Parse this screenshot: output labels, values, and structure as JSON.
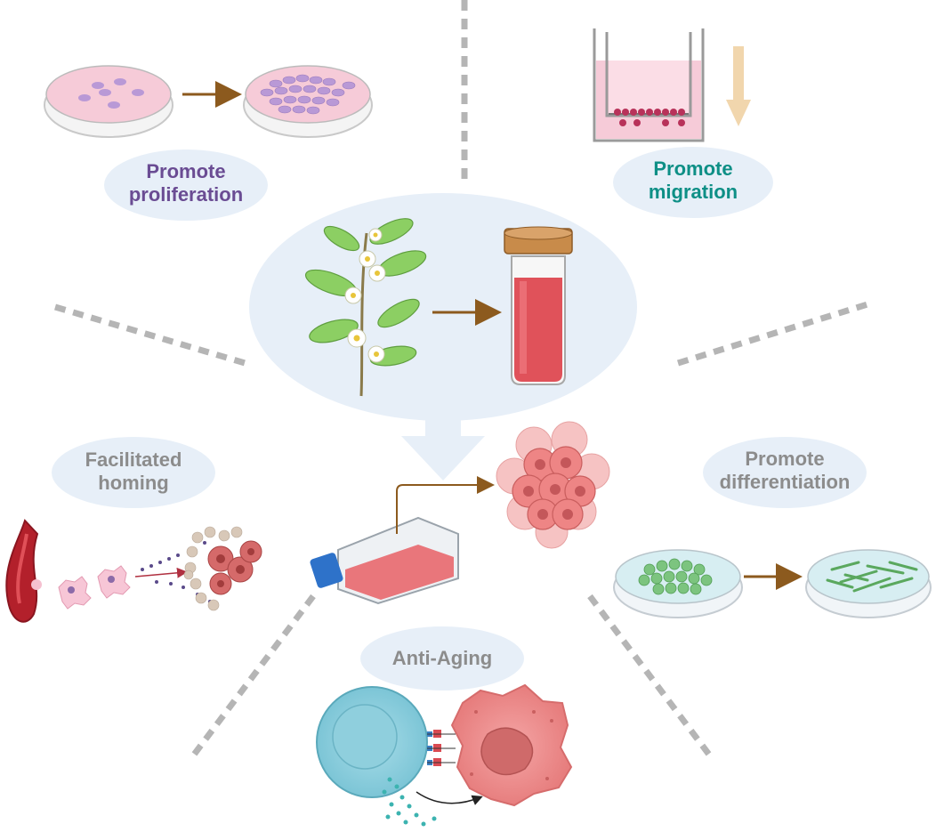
{
  "colors": {
    "proliferation_text": "#6a4c93",
    "migration_text": "#0e8f86",
    "grey_text": "#8c8c8c",
    "bubble_bg": "#e7eff8",
    "arrow_brown": "#8c5a1e",
    "divider": "#b5b5b5",
    "medium_red": "#e0525a",
    "petri_pink": "#f6cbd8",
    "cell_purple": "#b999d6",
    "diff_green": "#7cc47f",
    "stem_cell_blue": "#7fc9d8",
    "aging_cell_pink": "#ef8f8f"
  },
  "labels": {
    "proliferation": {
      "line1": "Promote",
      "line2": "proliferation"
    },
    "migration": {
      "line1": "Promote",
      "line2": "migration"
    },
    "homing": {
      "line1": "Facilitated",
      "line2": "homing"
    },
    "differentiation": {
      "line1": "Promote",
      "line2": "differentiation"
    },
    "anti_aging": {
      "line1": "Anti-Aging"
    }
  },
  "icons": [
    "petri-dish-icon",
    "transwell-icon",
    "tea-plant-icon",
    "extract-vial-icon",
    "culture-flask-icon",
    "cell-cluster-icon",
    "blood-vessel-icon",
    "stem-cell-icon",
    "senescent-cell-icon",
    "down-arrow-icon"
  ]
}
